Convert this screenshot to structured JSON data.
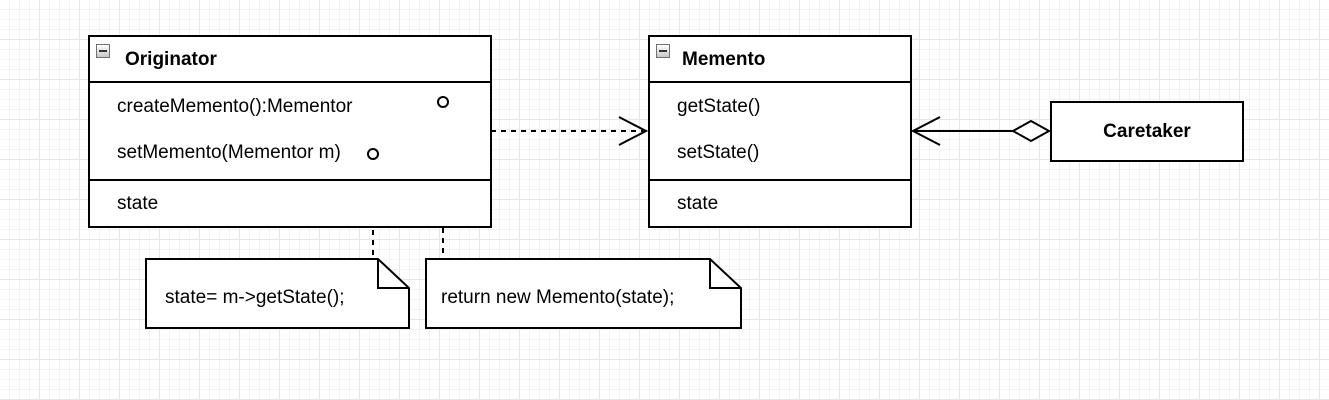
{
  "originator": {
    "title": "Originator",
    "methods": [
      "createMemento():Mementor",
      "setMemento(Mementor m)"
    ],
    "attributes": [
      "state"
    ]
  },
  "memento": {
    "title": "Memento",
    "methods": [
      "getState()",
      "setState()"
    ],
    "attributes": [
      "state"
    ]
  },
  "caretaker": {
    "title": "Caretaker"
  },
  "notes": {
    "set_memento": "state= m->getState();",
    "create_memento": "return new Memento(state);"
  },
  "icons": {
    "collapse": "collapse-minus-icon",
    "note_port": "circle-port-icon"
  }
}
